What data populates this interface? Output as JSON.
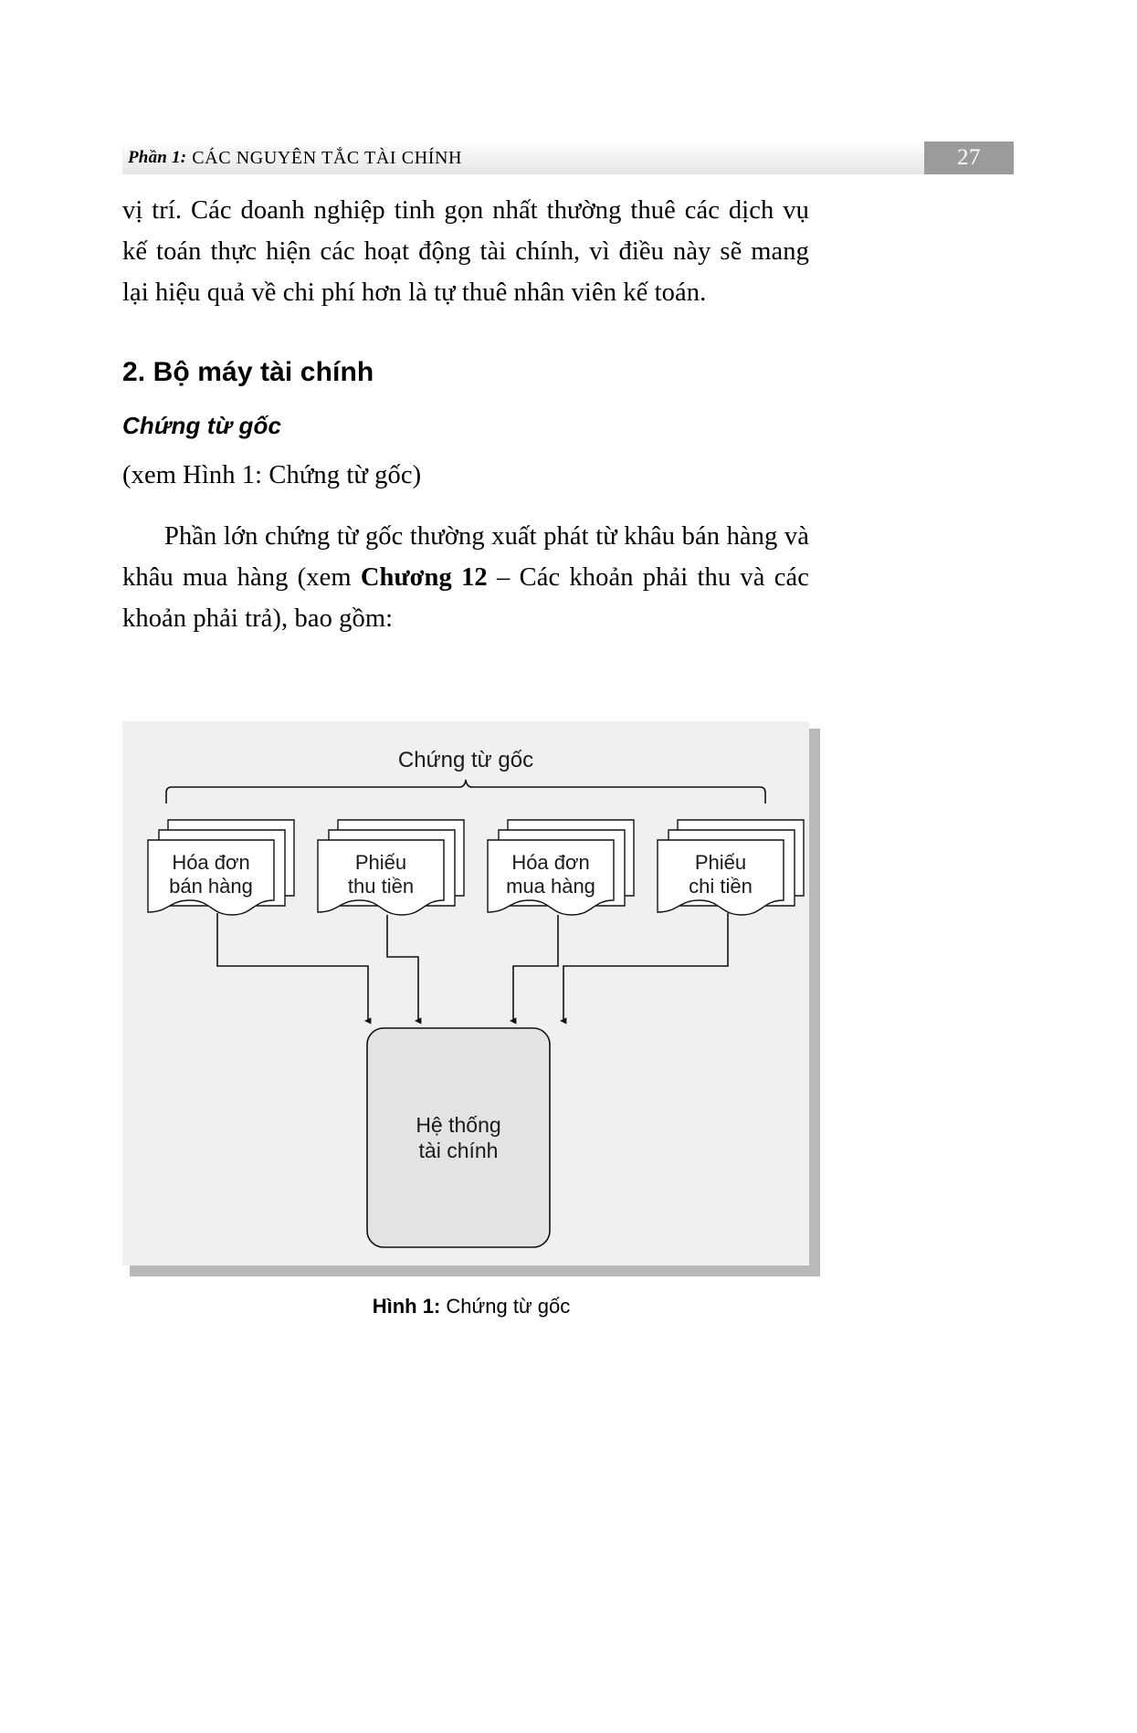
{
  "header": {
    "part_label": "Phần 1:",
    "title": "CÁC NGUYÊN TẮC TÀI CHÍNH",
    "page_number": "27",
    "band_color": "#e6e6e6",
    "page_box_color": "#9b9b9b"
  },
  "body": {
    "paragraph_1": "vị trí. Các doanh nghiệp tinh gọn nhất thường thuê các dịch vụ kế toán thực hiện các hoạt động tài chính, vì điều này sẽ mang lại hiệu quả về chi phí hơn là tự thuê nhân viên kế toán.",
    "heading_2": "2. Bộ máy tài chính",
    "subheading": "Chứng từ gốc",
    "see_figure_note": "(xem Hình 1: Chứng từ gốc)",
    "paragraph_2_part1": "Phần lớn chứng từ gốc thường xuất phát từ khâu bán hàng và khâu mua hàng (xem ",
    "paragraph_2_bold": "Chương 12",
    "paragraph_2_part2": " – Các khoản phải thu và các khoản phải trả), bao gồm:"
  },
  "figure": {
    "title": "Chứng từ gốc",
    "caption_label": "Hình 1:",
    "caption_text": "Chứng từ gốc",
    "background_color": "#f0f0f0",
    "shadow_color": "#b9b9b9",
    "documents": [
      {
        "line1": "Hóa đơn",
        "line2": "bán hàng"
      },
      {
        "line1": "Phiếu",
        "line2": "thu tiền"
      },
      {
        "line1": "Hóa đơn",
        "line2": "mua hàng"
      },
      {
        "line1": "Phiếu",
        "line2": "chi tiền"
      }
    ],
    "system_box": {
      "line1": "Hệ thống",
      "line2": "tài chính",
      "fill": "#e3e3e3"
    }
  }
}
